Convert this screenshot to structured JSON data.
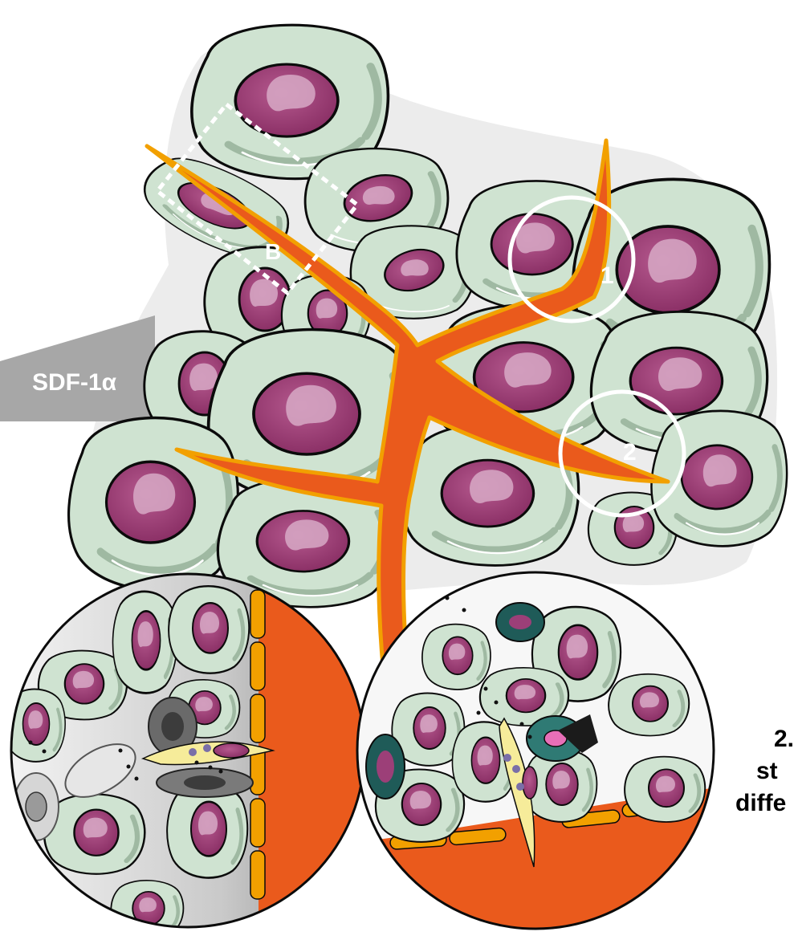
{
  "labels": {
    "gradient": "SDF-1α",
    "box": "B",
    "circle_one": "1",
    "circle_two": "2"
  },
  "side_text": [
    "2.",
    "st",
    "diffe"
  ],
  "colors": {
    "cell_cytoplasm": "#cfe3d1",
    "cell_outline": "#0b0b0b",
    "nucleus": "#9c3f78",
    "nucleus_light": "#d7a9c6",
    "vessel": "#ea5a1c",
    "vessel_edge": "#f2a000",
    "gradient_bar": "#a7a7a7",
    "background_halo": "#ececec",
    "stem_cell": "#f6ec9a",
    "dark_cell": "#1f5b58"
  }
}
